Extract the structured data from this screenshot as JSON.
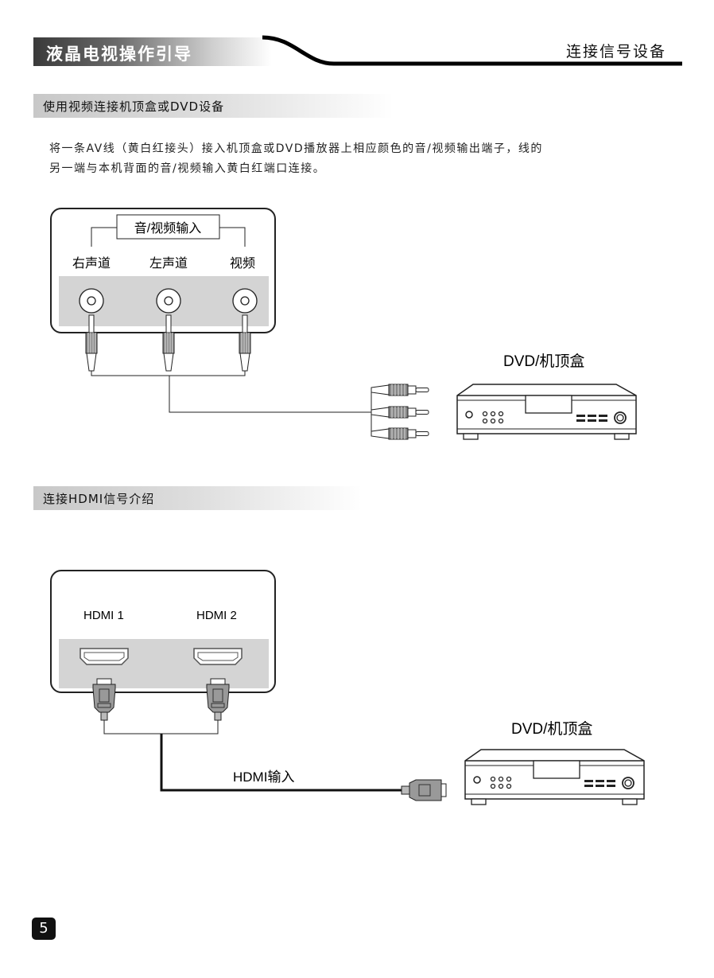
{
  "header": {
    "title": "液晶电视操作引导",
    "section": "连接信号设备"
  },
  "section1": {
    "heading": "使用视频连接机顶盒或DVD设备",
    "paragraph": [
      "将一条AV线（黄白红接头）接入机顶盒或DVD播放器上相应颜色的音/视频输出端子，线的",
      "另一端与本机背面的音/视频输入黄白红端口连接。"
    ],
    "diagram": {
      "group_label": "音/视频输入",
      "jacks": [
        "右声道",
        "左声道",
        "视频"
      ],
      "device_label": "DVD/机顶盒"
    }
  },
  "section2": {
    "heading": "连接HDMI信号介绍",
    "diagram": {
      "ports": [
        "HDMI 1",
        "HDMI 2"
      ],
      "cable_label": "HDMI输入",
      "device_label": "DVD/机顶盒"
    }
  },
  "page_number": "5"
}
